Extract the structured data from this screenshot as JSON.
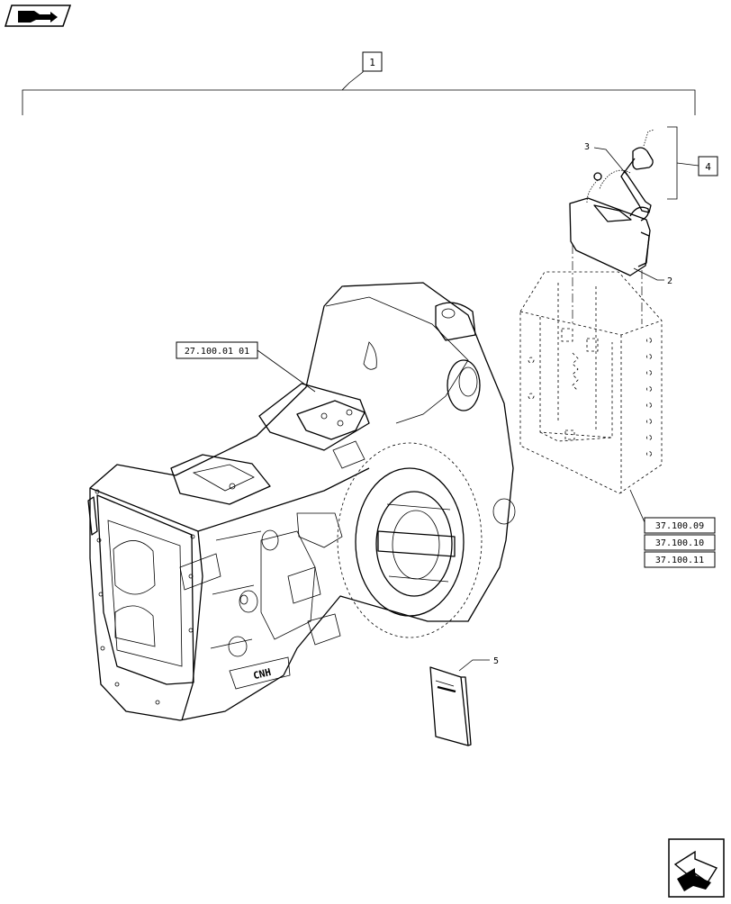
{
  "callouts": {
    "main": "1",
    "kit": "4",
    "pin": "3",
    "hitch": "2",
    "manual": "5"
  },
  "references": {
    "housing": "27.100.01 01",
    "hitch_refs": [
      "37.100.09",
      "37.100.10",
      "37.100.11"
    ]
  },
  "icons": {
    "top_left": "book-pointer-icon",
    "bottom_right": "next-page-arrow-icon"
  }
}
